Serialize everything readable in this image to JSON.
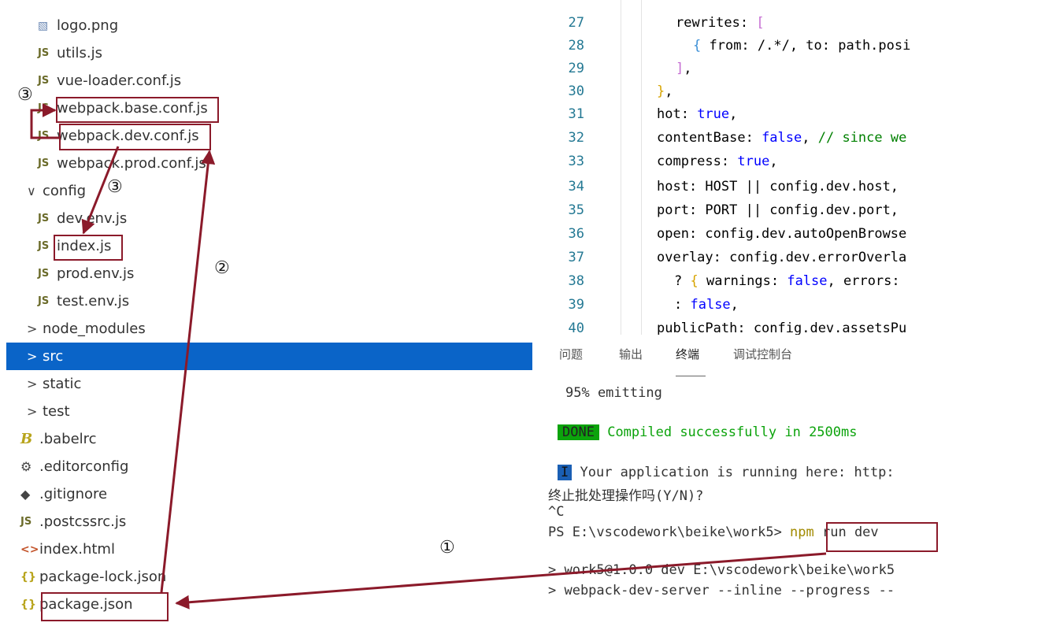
{
  "explorer": {
    "items": [
      {
        "label": "logo.png",
        "icon": "image-icon"
      },
      {
        "label": "utils.js",
        "icon": "js-icon"
      },
      {
        "label": "vue-loader.conf.js",
        "icon": "js-icon"
      },
      {
        "label": "webpack.base.conf.js",
        "icon": "js-icon"
      },
      {
        "label": "webpack.dev.conf.js",
        "icon": "js-icon"
      },
      {
        "label": "webpack.prod.conf.js",
        "icon": "js-icon"
      },
      {
        "label": "config",
        "icon": "chevron-down-icon"
      },
      {
        "label": "dev.env.js",
        "icon": "js-icon"
      },
      {
        "label": "index.js",
        "icon": "js-icon"
      },
      {
        "label": "prod.env.js",
        "icon": "js-icon"
      },
      {
        "label": "test.env.js",
        "icon": "js-icon"
      },
      {
        "label": "node_modules",
        "icon": "chevron-right-icon"
      },
      {
        "label": "src",
        "icon": "chevron-right-icon",
        "selected": true
      },
      {
        "label": "static",
        "icon": "chevron-right-icon"
      },
      {
        "label": "test",
        "icon": "chevron-right-icon"
      },
      {
        "label": ".babelrc",
        "icon": "babel-icon"
      },
      {
        "label": ".editorconfig",
        "icon": "gear-icon"
      },
      {
        "label": ".gitignore",
        "icon": "git-icon"
      },
      {
        "label": ".postcssrc.js",
        "icon": "js-icon"
      },
      {
        "label": "index.html",
        "icon": "html-icon"
      },
      {
        "label": "package-lock.json",
        "icon": "braces-icon"
      },
      {
        "label": "package.json",
        "icon": "braces-icon"
      }
    ],
    "js_badge": "JS",
    "selected_color": "#0a64c8"
  },
  "editor": {
    "lines": [
      {
        "num": "27"
      },
      {
        "num": "28"
      },
      {
        "num": "29"
      },
      {
        "num": "30"
      },
      {
        "num": "31"
      },
      {
        "num": "32"
      },
      {
        "num": "33"
      },
      {
        "num": "34"
      },
      {
        "num": "35"
      },
      {
        "num": "36"
      },
      {
        "num": "37"
      },
      {
        "num": "38"
      },
      {
        "num": "39"
      },
      {
        "num": "40"
      }
    ],
    "code": {
      "l27": "rewrites: ",
      "l28_a": "{ ",
      "l28_b": "from: /.*/, to: path.posi",
      "l29": "],",
      "l30": "},",
      "l31_a": "hot: ",
      "l31_b": "true",
      "l32_a": "contentBase: ",
      "l32_b": "false",
      "l32_c": ", ",
      "l32_d": "// since we",
      "l33_a": "compress: ",
      "l33_b": "true",
      "l34": "host: HOST || config.dev.host,",
      "l35": "port: PORT || config.dev.port,",
      "l36": "open: config.dev.autoOpenBrowse",
      "l37": "overlay: config.dev.errorOverla",
      "l38_a": "? ",
      "l38_b": "{ ",
      "l38_c": "warnings: ",
      "l38_d": "false",
      "l38_e": ", errors: ",
      "l39_a": ": ",
      "l39_b": "false",
      "l40": "publicPath: config.dev.assetsPu"
    }
  },
  "panel": {
    "tabs": [
      "问题",
      "输出",
      "终端",
      "调试控制台"
    ],
    "active_tab": "终端",
    "terminal": {
      "emitting": "95% emitting",
      "done_badge": "DONE",
      "compiled": "Compiled successfully in 2500ms",
      "info_badge": "I",
      "running": " Your application is running here: http:",
      "terminate": "终止批处理操作吗(Y/N)?",
      "ctrl_c": "^C",
      "prompt": "PS E:\\vscodework\\beike\\work5> ",
      "cmd_npm": "npm",
      "cmd_rest": " run dev",
      "out1": "> work5@1.0.0 dev E:\\vscodework\\beike\\work5",
      "out2": "> webpack-dev-server --inline --progress --"
    }
  },
  "annotations": {
    "step1": "①",
    "step2": "②",
    "step3a": "③",
    "step3b": "③",
    "arrow_color": "#8b1a2a"
  }
}
